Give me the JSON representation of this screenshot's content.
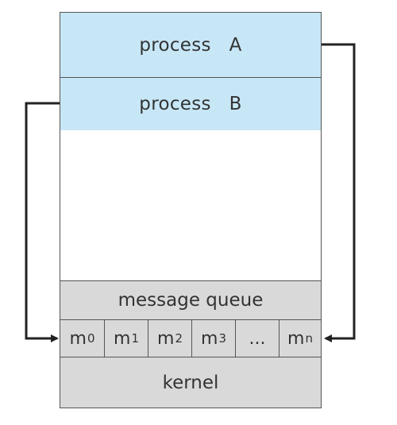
{
  "process_a": {
    "label": "process   A"
  },
  "process_b": {
    "label": "process   B"
  },
  "message_queue": {
    "label": "message queue",
    "slots": [
      {
        "base": "m",
        "sub": "0"
      },
      {
        "base": "m",
        "sub": "1"
      },
      {
        "base": "m",
        "sub": "2"
      },
      {
        "base": "m",
        "sub": "3"
      },
      {
        "base": "...",
        "sub": ""
      },
      {
        "base": "m",
        "sub": "n"
      }
    ]
  },
  "kernel": {
    "label": "kernel"
  },
  "colors": {
    "process_fill": "#c7e7f7",
    "kernel_fill": "#d9d9d9",
    "border": "#555555",
    "arrow": "#222222"
  }
}
